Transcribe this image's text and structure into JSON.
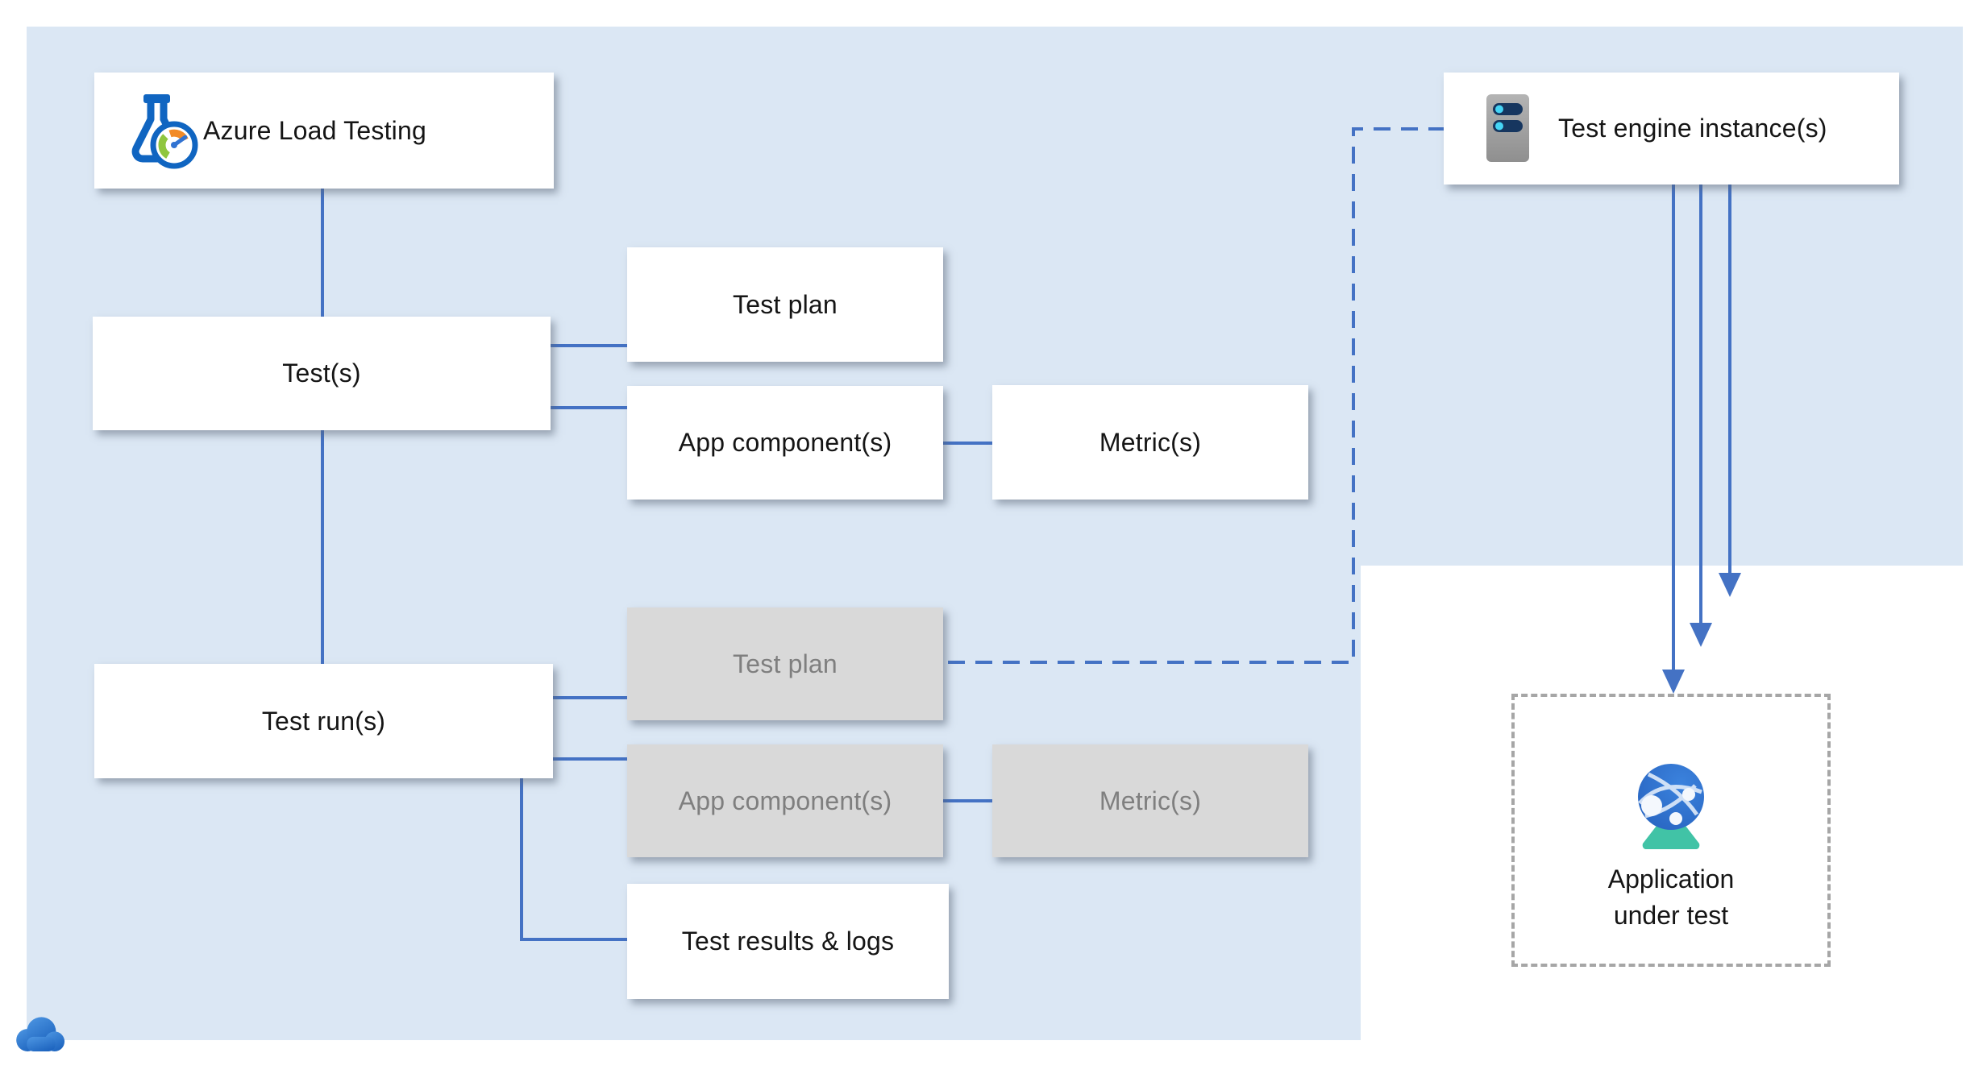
{
  "colors": {
    "panel_blue": "#dbe7f4",
    "connector_blue": "#4472c4",
    "gray_box_fill": "#d9d9d9",
    "gray_box_text": "#7f7f7f",
    "dashed_box_border": "#a6a6a6",
    "label_text": "#151515"
  },
  "nodes": {
    "azure_load_testing": {
      "label": "Azure Load Testing",
      "icon": "load-testing-flask-icon"
    },
    "tests": {
      "label": "Test(s)"
    },
    "test_plan": {
      "label": "Test plan"
    },
    "app_components": {
      "label": "App component(s)"
    },
    "metrics": {
      "label": "Metric(s)"
    },
    "test_runs": {
      "label": "Test run(s)"
    },
    "test_run_plan": {
      "label": "Test plan"
    },
    "test_run_app_components": {
      "label": "App component(s)"
    },
    "test_run_metrics": {
      "label": "Metric(s)"
    },
    "test_results": {
      "label": "Test results & logs"
    },
    "test_engine": {
      "label": "Test engine instance(s)",
      "icon": "server-icon"
    },
    "application_under_test": {
      "line1": "Application",
      "line2": "under test",
      "icon": "globe-icon"
    }
  },
  "decorations": {
    "cloud": "cloud-icon"
  }
}
